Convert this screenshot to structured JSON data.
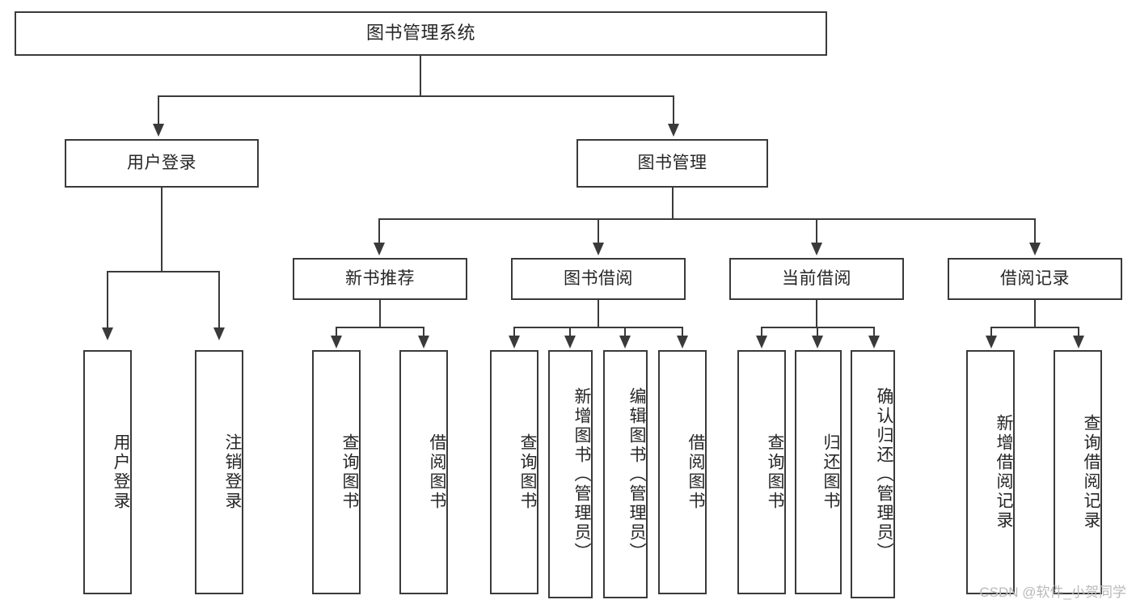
{
  "diagram": {
    "title": "图书管理系统",
    "type": "tree",
    "root": {
      "label": "图书管理系统"
    },
    "level2": [
      {
        "label": "用户登录"
      },
      {
        "label": "图书管理"
      }
    ],
    "level3": [
      {
        "label": "新书推荐"
      },
      {
        "label": "图书借阅"
      },
      {
        "label": "当前借阅"
      },
      {
        "label": "借阅记录"
      }
    ],
    "leaves": {
      "user_login": [
        {
          "label": "用户登录"
        },
        {
          "label": "注销登录"
        }
      ],
      "new_book_recommend": [
        {
          "label": "查询图书"
        },
        {
          "label": "借阅图书"
        }
      ],
      "book_borrow": [
        {
          "label": "查询图书"
        },
        {
          "label": "新增图书（管理员）"
        },
        {
          "label": "编辑图书（管理员）"
        },
        {
          "label": "借阅图书"
        }
      ],
      "current_borrow": [
        {
          "label": "查询图书"
        },
        {
          "label": "归还图书"
        },
        {
          "label": "确认归还（管理员）"
        }
      ],
      "borrow_records": [
        {
          "label": "新增借阅记录"
        },
        {
          "label": "查询借阅记录"
        }
      ]
    }
  },
  "watermark": {
    "text": "CSDN @软件_小贺同学"
  },
  "colors": {
    "stroke": "#3a3a3a",
    "text": "#262626",
    "background": "#ffffff",
    "watermark": "#b9b9b9"
  }
}
